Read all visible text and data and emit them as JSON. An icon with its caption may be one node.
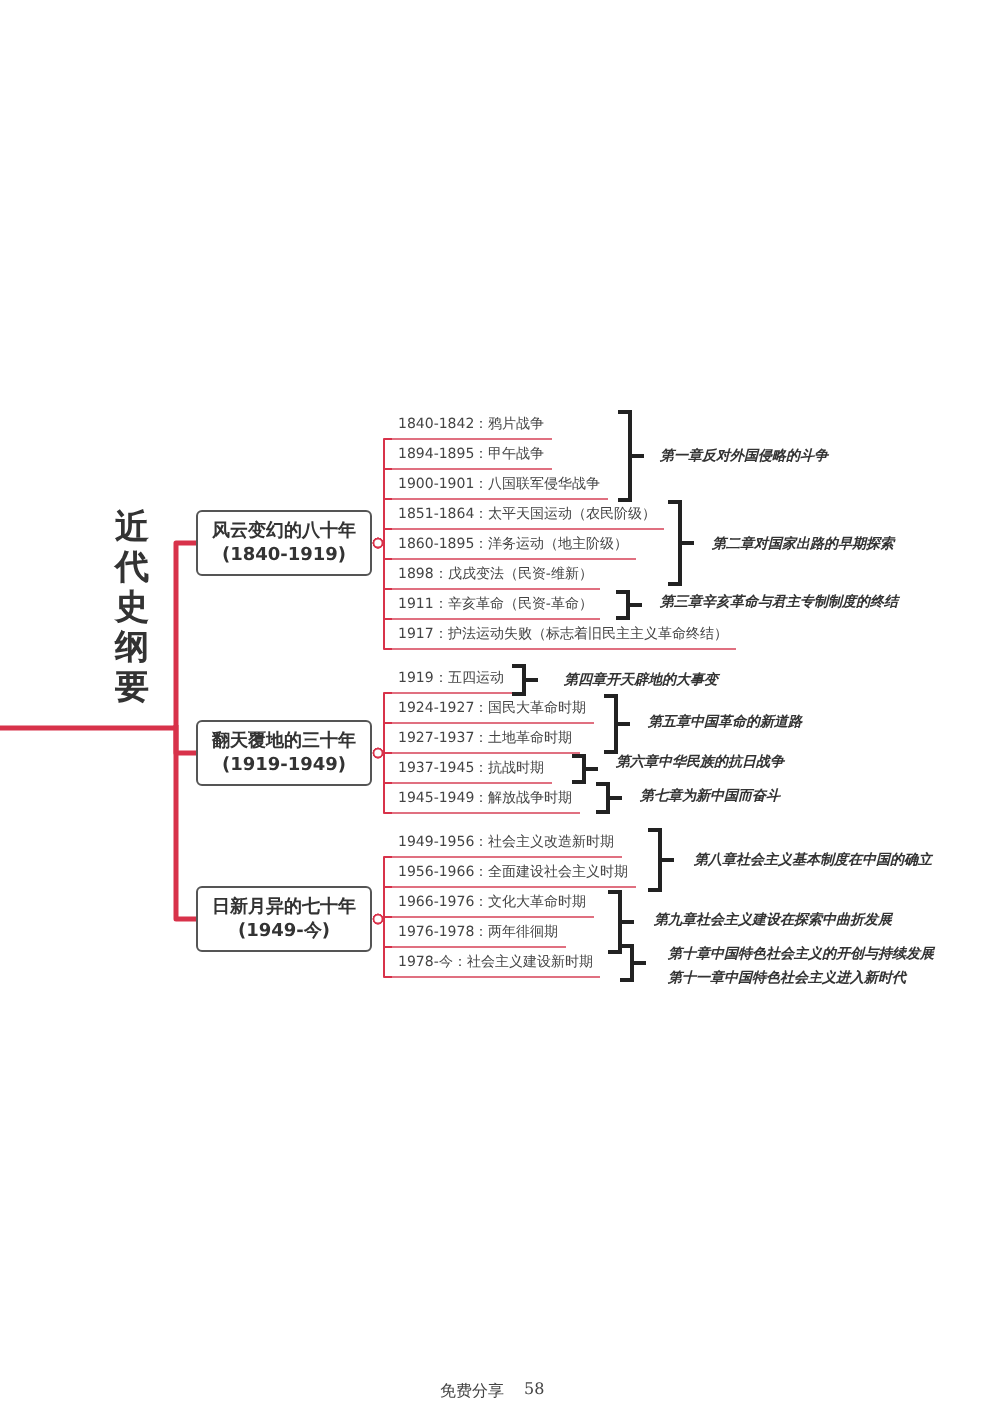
{
  "diagram": {
    "nodes": [
      {
        "text": [
          "近代史纲要"
        ]
      },
      {
        "text": [
          "风云变幻的八十年",
          "(1840-1919)"
        ]
      },
      {
        "text": [
          "1840-1842：鸦片战争"
        ]
      },
      {
        "text": [
          "1894-1895：甲午战争"
        ]
      },
      {
        "text": [
          "1900-1901：八国联军侵华战争"
        ]
      },
      {
        "text": [
          "1851-1864：太平天国运动（农民阶级）"
        ]
      },
      {
        "text": [
          "1860-1895：洋务运动（地主阶级）"
        ]
      },
      {
        "text": [
          "1898：戊戌变法（民资-维新）"
        ]
      },
      {
        "text": [
          "1911：辛亥革命（民资-革命）"
        ]
      },
      {
        "text": [
          "1917：护法运动失败（标志着旧民主主义革命终结）"
        ]
      },
      {
        "text": [
          "翻天覆地的三十年",
          "(1919-1949)"
        ]
      },
      {
        "text": [
          "1919：五四运动"
        ]
      },
      {
        "text": [
          "1924-1927：国民大革命时期"
        ]
      },
      {
        "text": [
          "1927-1937：土地革命时期"
        ]
      },
      {
        "text": [
          "1937-1945：抗战时期"
        ]
      },
      {
        "text": [
          "1945-1949：解放战争时期"
        ]
      },
      {
        "text": [
          "日新月异的七十年",
          "(1949-今)"
        ]
      },
      {
        "text": [
          "1949-1956：社会主义改造新时期"
        ]
      },
      {
        "text": [
          "1956-1966：全面建设社会主义时期"
        ]
      },
      {
        "text": [
          "1966-1976：文化大革命时期"
        ]
      },
      {
        "text": [
          "1976-1978：两年徘徊期"
        ]
      },
      {
        "text": [
          "1978-今：社会主义建设新时期"
        ]
      }
    ],
    "edges": [
      {
        "from": 0,
        "to": 1,
        "arrow": "none",
        "style": "thick"
      },
      {
        "from": 0,
        "to": 10,
        "arrow": "none",
        "style": "thick"
      },
      {
        "from": 0,
        "to": 16,
        "arrow": "none",
        "style": "thick"
      },
      {
        "from": 1,
        "to": 2,
        "arrow": "other"
      },
      {
        "from": 1,
        "to": 3,
        "arrow": "other"
      },
      {
        "from": 1,
        "to": 4,
        "arrow": "other"
      },
      {
        "from": 1,
        "to": 5,
        "arrow": "other"
      },
      {
        "from": 1,
        "to": 6,
        "arrow": "other"
      },
      {
        "from": 1,
        "to": 7,
        "arrow": "other"
      },
      {
        "from": 1,
        "to": 8,
        "arrow": "other"
      },
      {
        "from": 1,
        "to": 9,
        "arrow": "other"
      },
      {
        "from": 10,
        "to": 11,
        "arrow": "other"
      },
      {
        "from": 10,
        "to": 12,
        "arrow": "other"
      },
      {
        "from": 10,
        "to": 13,
        "arrow": "other"
      },
      {
        "from": 10,
        "to": 14,
        "arrow": "other"
      },
      {
        "from": 10,
        "to": 15,
        "arrow": "other"
      },
      {
        "from": 16,
        "to": 17,
        "arrow": "other"
      },
      {
        "from": 16,
        "to": 18,
        "arrow": "other"
      },
      {
        "from": 16,
        "to": 19,
        "arrow": "other"
      },
      {
        "from": 16,
        "to": 20,
        "arrow": "other"
      },
      {
        "from": 16,
        "to": 21,
        "arrow": "other"
      }
    ],
    "labels": [
      "第一章反对外国侵略的斗争",
      "第二章对国家出路的早期探索",
      "第三章辛亥革命与君主专制制度的终结",
      "第四章开天辟地的大事变",
      "第五章中国革命的新道路",
      "第六章中华民族的抗日战争",
      "第七章为新中国而奋斗",
      "第八章社会主义基本制度在中国的确立",
      "第九章社会主义建设在探索中曲折发展",
      "第十章中国特色社会主义的开创与持续发展",
      "第十一章中国特色社会主义进入新时代",
      "免费分享",
      "58"
    ]
  }
}
